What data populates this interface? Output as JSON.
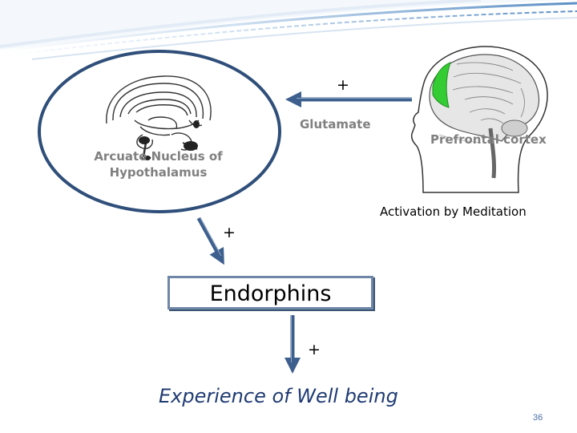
{
  "diagram": {
    "plus_top": "+",
    "glutamate": "Glutamate",
    "arcuate_nucleus": "Arcuate Nucleus of Hypothalamus",
    "prefrontal_cortex": "Prefrontal cortex",
    "activation": "Activation by Meditation",
    "plus_left": "+",
    "endorphins": "Endorphins",
    "plus_bottom": "+",
    "experience": "Experience of Well being"
  },
  "footer": {
    "slide_number": "36"
  },
  "colors": {
    "arrow": "#3d5f8e",
    "arrow_highlight": "#8fa6c4",
    "ellipse_border": "#2f4f7a",
    "grey_text": "#808080",
    "prefrontal_highlight": "#33cc33",
    "header_wave": "#5b8fc4"
  }
}
